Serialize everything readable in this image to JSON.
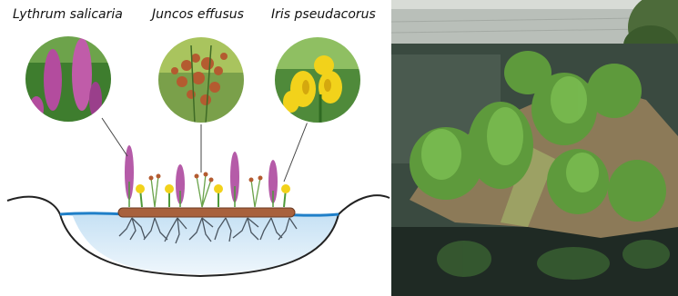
{
  "species": {
    "left": "Lythrum salicaria",
    "center": "Juncos effusus",
    "right": "Iris pseudacorus"
  },
  "colors": {
    "water": "#cfe6f6",
    "water_line": "#1f7fc8",
    "mat": "#a8613d",
    "loosestrife": "#b55ba8",
    "iris": "#f2d21b",
    "rush": "#b45b30",
    "leaf": "#4f9a3a"
  }
}
